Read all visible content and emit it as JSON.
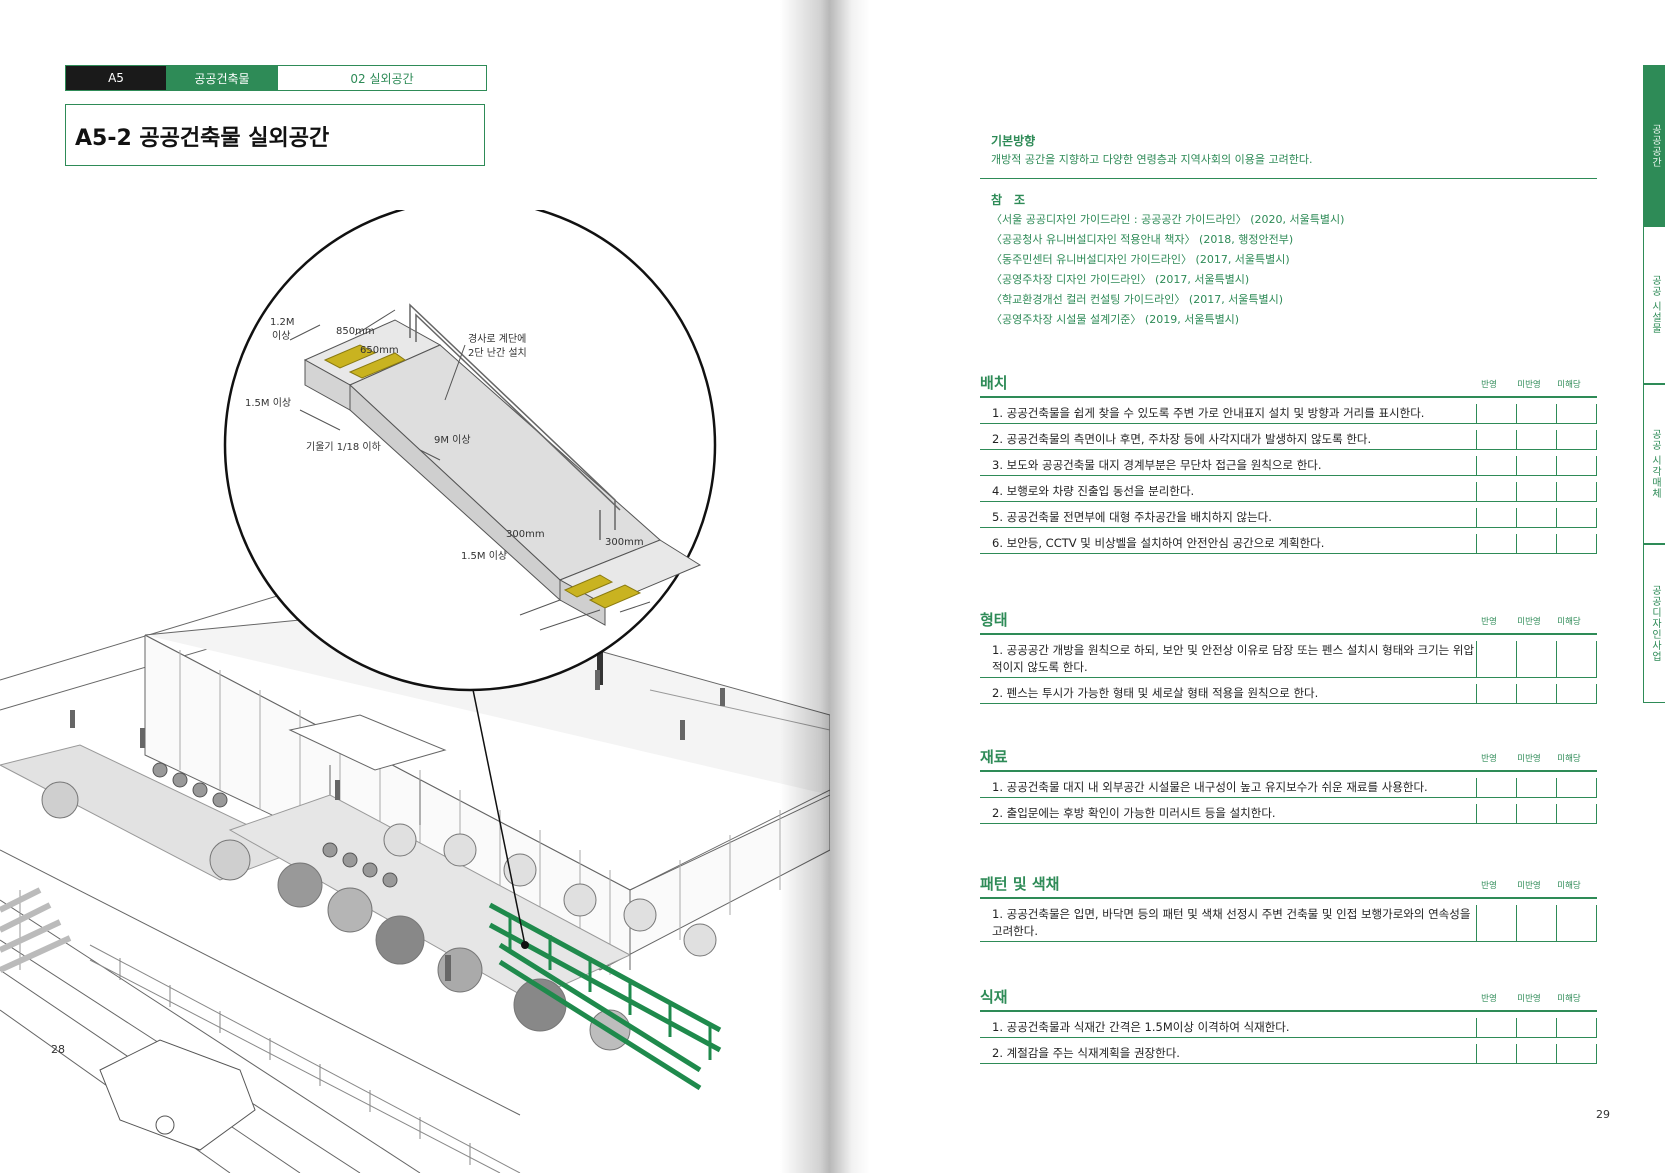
{
  "header": {
    "code": "A5",
    "category": "공공건축물",
    "subsection": "02 실외공간"
  },
  "page_title": "A5-2 공공건축물 실외공간",
  "page_numbers": {
    "left": "28",
    "right": "29"
  },
  "illustration": {
    "labels": {
      "width_min": "1.2M\n이상",
      "handrail_850": "850mm",
      "handrail_650": "650mm",
      "handrail_note": "경사로 계단에\n2단 난간 설치",
      "landing_top": "1.5M 이상",
      "slope": "기울기 1/18 이하",
      "length": "9M 이상",
      "tactile_300a": "300mm",
      "tactile_300b": "300mm",
      "landing_bottom": "1.5M 이상"
    }
  },
  "basic_direction": {
    "label": "기본방향",
    "text": "개방적 공간을 지향하고 다양한 연령층과 지역사회의 이용을 고려한다."
  },
  "references": {
    "label": "참　조",
    "items": [
      "〈서울 공공디자인 가이드라인 : 공공공간 가이드라인〉 (2020, 서울특별시)",
      "〈공공청사 유니버설디자인 적용안내 책자〉 (2018, 행정안전부)",
      "〈동주민센터 유니버설디자인 가이드라인〉 (2017, 서울특별시)",
      "〈공영주차장 디자인 가이드라인〉 (2017, 서울특별시)",
      "〈학교환경개선 컬러 컨설팅 가이드라인〉 (2017, 서울특별시)",
      "〈공영주차장 시설물 설계기준〉 (2019, 서울특별시)"
    ]
  },
  "check_columns": [
    "반영",
    "미반영",
    "미해당"
  ],
  "sections": [
    {
      "title": "배치",
      "items": [
        "1. 공공건축물을 쉽게 찾을 수 있도록 주변 가로 안내표지 설치 및 방향과 거리를 표시한다.",
        "2. 공공건축물의 측면이나 후면, 주차장 등에 사각지대가 발생하지 않도록 한다.",
        "3. 보도와 공공건축물 대지 경계부분은 무단차 접근을 원칙으로 한다.",
        "4. 보행로와 차량 진출입 동선을 분리한다.",
        "5. 공공건축물 전면부에 대형 주차공간을 배치하지 않는다.",
        "6. 보안등, CCTV 및 비상벨을 설치하여 안전안심 공간으로 계획한다."
      ]
    },
    {
      "title": "형태",
      "items": [
        "1. 공공공간 개방을 원칙으로 하되, 보안 및 안전상 이유로 담장 또는 펜스 설치시 형태와 크기는 위압적이지 않도록 한다.",
        "2. 펜스는 투시가 가능한 형태 및 세로살 형태 적용을 원칙으로 한다."
      ]
    },
    {
      "title": "재료",
      "items": [
        "1. 공공건축물 대지 내 외부공간 시설물은 내구성이 높고 유지보수가 쉬운 재료를 사용한다.",
        "2. 출입문에는 후방 확인이 가능한 미러시트 등을 설치한다."
      ]
    },
    {
      "title": "패턴 및 색채",
      "items": [
        "1. 공공건축물은 입면, 바닥면 등의 패턴 및 색채 선정시 주변 건축물 및 인접 보행가로와의 연속성을 고려한다."
      ]
    },
    {
      "title": "식재",
      "items": [
        "1. 공공건축물과 식재간 간격은 1.5M이상 이격하여 식재한다.",
        "2. 계절감을 주는 식재계획을 권장한다."
      ]
    }
  ],
  "side_tabs": [
    "공공공간",
    "공공 시설물",
    "공공 시각매체",
    "공공디자인사업"
  ],
  "colors": {
    "accent": "#2e8b57",
    "tactile": "#c9b320"
  }
}
